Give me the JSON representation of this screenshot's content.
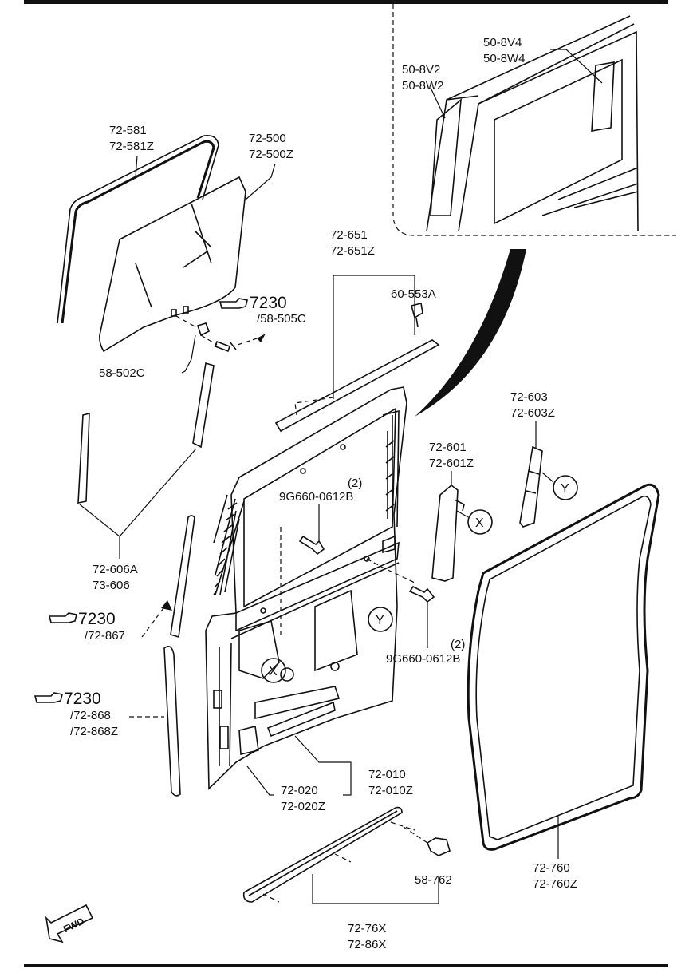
{
  "labels": {
    "p72581": "72-581",
    "p72581z": "72-581Z",
    "p72500": "72-500",
    "p72500z": "72-500Z",
    "p508v2": "50-8V2",
    "p508w2": "50-8W2",
    "p508v4": "50-8V4",
    "p508w4": "50-8W4",
    "p72651": "72-651",
    "p72651z": "72-651Z",
    "p60553a": "60-553A",
    "ref7230a": "7230",
    "ref58505c": "/58-505C",
    "p58502c": "58-502C",
    "p72603": "72-603",
    "p72603z": "72-603Z",
    "p72601": "72-601",
    "p72601z": "72-601Z",
    "qty2a": "(2)",
    "p9g660a": "9G660-0612B",
    "qty2b": "(2)",
    "p9g660b": "9G660-0612B",
    "p72606a": "72-606A",
    "p73606": "73-606",
    "ref7230b": "7230",
    "ref72867": "/72-867",
    "ref7230c": "7230",
    "ref72868": "/72-868",
    "ref72868z": "/72-868Z",
    "p72010": "72-010",
    "p72010z": "72-010Z",
    "p72020": "72-020",
    "p72020z": "72-020Z",
    "p72760": "72-760",
    "p72760z": "72-760Z",
    "p58762": "58-762",
    "p7276x": "72-76X",
    "p7286x": "72-86X",
    "markX1": "X",
    "markX2": "X",
    "markY1": "Y",
    "markY2": "Y",
    "fwd": "FWD"
  }
}
